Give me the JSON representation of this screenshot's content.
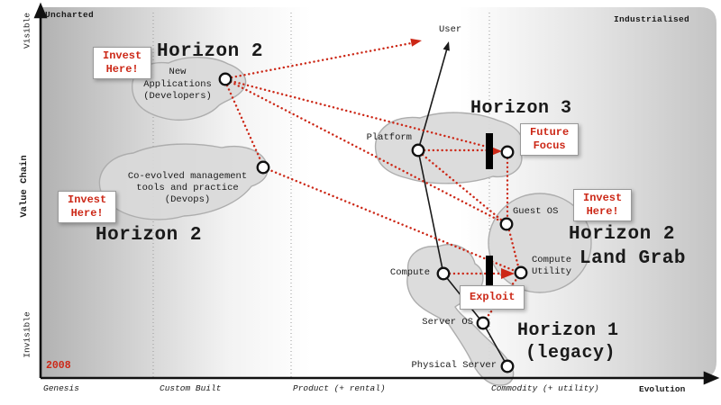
{
  "map": {
    "corner_left": "Uncharted",
    "corner_right": "Industrialised",
    "year": "2008",
    "y_axis": {
      "title": "Value Chain",
      "top": "Visible",
      "bottom": "Invisible"
    },
    "x_axis": {
      "title": "Evolution",
      "stages": [
        "Genesis",
        "Custom Built",
        "Product (+ rental)",
        "Commodity (+ utility)"
      ]
    },
    "titles": {
      "h2_top": "Horizon 2",
      "h2_left": "Horizon 2",
      "h3": "Horizon 3",
      "h2_right": "Horizon 2",
      "land_grab": "Land Grab",
      "h1": "Horizon 1",
      "legacy": "(legacy)"
    },
    "annotations": {
      "invest_top": "Invest\nHere!",
      "invest_left": "Invest\nHere!",
      "invest_right": "Invest\nHere!",
      "future_focus": "Future\nFocus",
      "exploit": "Exploit"
    },
    "nodes": {
      "user": "User",
      "new_apps": "New\nApplications\n(Developers)",
      "devops": "Co-evolved management\ntools and practice\n(Devops)",
      "platform": "Platform",
      "guest_os": "Guest OS",
      "compute": "Compute",
      "compute_utility": "Compute\nUtility",
      "server_os": "Server OS",
      "physical_server": "Physical Server"
    },
    "value_chain_links": [
      "Platform - User",
      "Platform - Compute",
      "Compute - Server OS",
      "Server OS - Physical Server"
    ],
    "evolution_moves": [
      "New Applications -> towards User",
      "New Applications -> Future Focus point",
      "New Applications -> Guest OS",
      "New Applications -> Co-evolved tools (Devops)",
      "Platform -> Future Focus point",
      "Platform -> Guest OS",
      "Co-evolved tools (Devops) -> Compute Utility",
      "Compute -> Compute Utility",
      "Future Focus point -> Guest OS",
      "Guest OS -> Compute Utility",
      "Server OS -> Compute Utility"
    ]
  },
  "colors": {
    "accent_red": "#cc2817",
    "blob_fill": "#d9d9d9",
    "blob_stroke": "#adadad",
    "bar": "#000000",
    "gradient_edge": "#b9b9b9"
  }
}
